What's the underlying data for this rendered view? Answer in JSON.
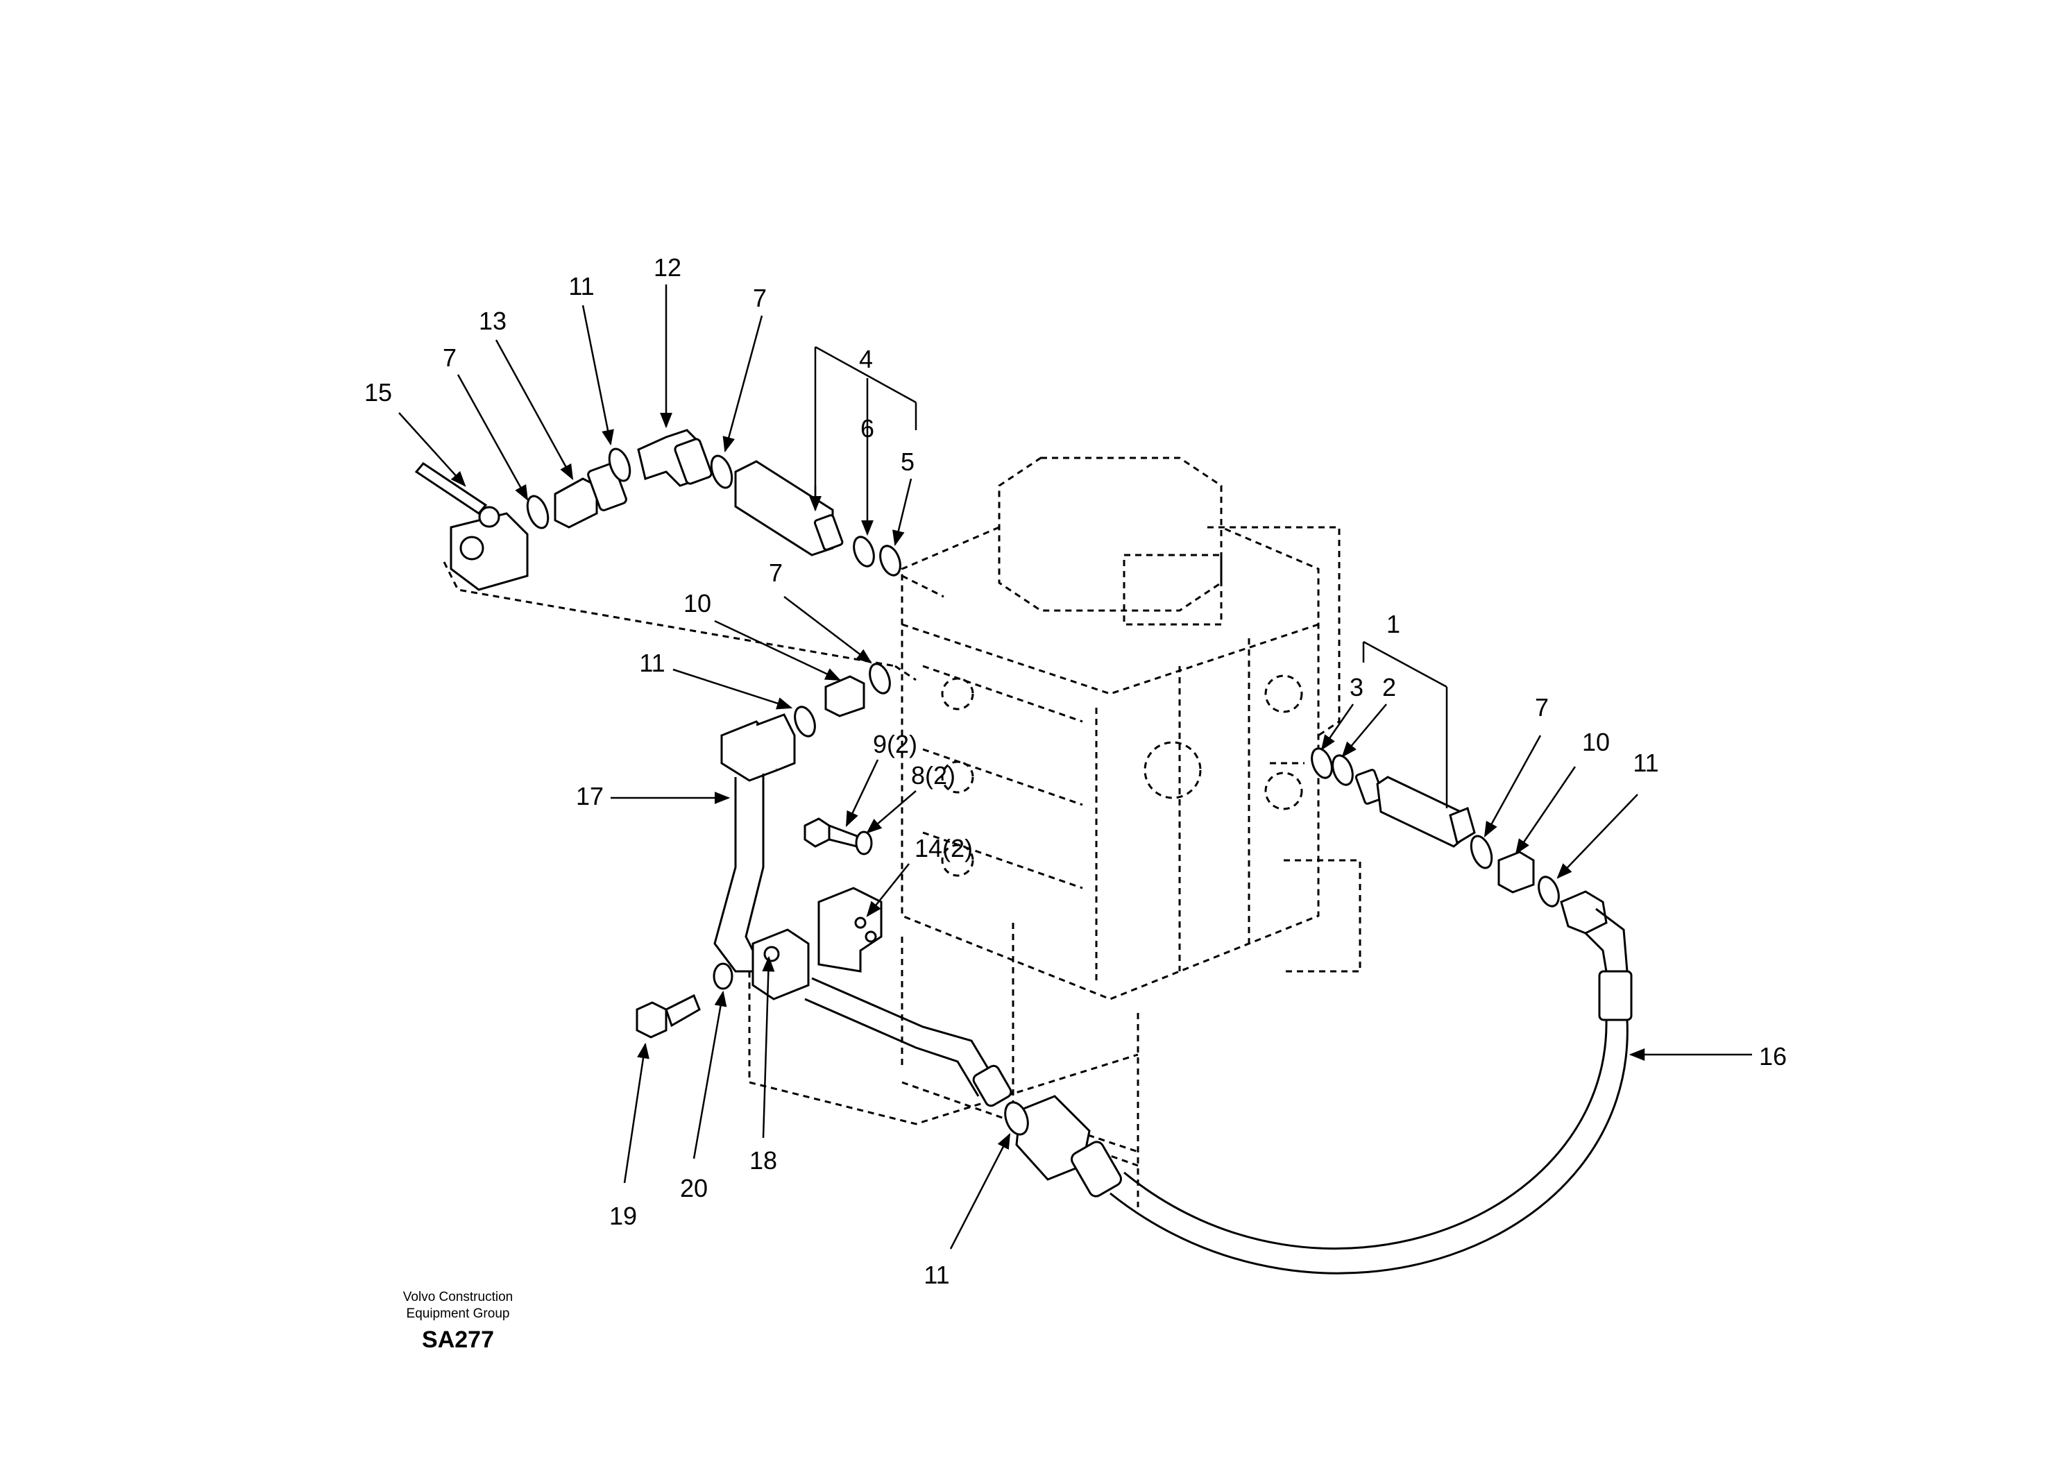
{
  "callouts": [
    {
      "label": "15"
    },
    {
      "label": "7"
    },
    {
      "label": "13"
    },
    {
      "label": "11"
    },
    {
      "label": "12"
    },
    {
      "label": "7"
    },
    {
      "label": "4"
    },
    {
      "label": "6"
    },
    {
      "label": "5"
    },
    {
      "label": "7"
    },
    {
      "label": "10"
    },
    {
      "label": "11"
    },
    {
      "label": "9(2)"
    },
    {
      "label": "8(2)"
    },
    {
      "label": "17"
    },
    {
      "label": "14(2)"
    },
    {
      "label": "1"
    },
    {
      "label": "3"
    },
    {
      "label": "2"
    },
    {
      "label": "7"
    },
    {
      "label": "10"
    },
    {
      "label": "11"
    },
    {
      "label": "16"
    },
    {
      "label": "19"
    },
    {
      "label": "20"
    },
    {
      "label": "18"
    },
    {
      "label": "11"
    }
  ],
  "footer": {
    "company_line1": "Volvo Construction",
    "company_line2": "Equipment Group",
    "doc_id": "SA277"
  }
}
